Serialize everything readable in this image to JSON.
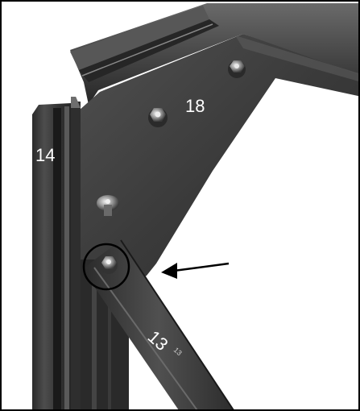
{
  "labels": {
    "plate": "18",
    "post": "14",
    "brace": "13",
    "brace_small": "13"
  },
  "colors": {
    "background": "#ffffff",
    "border": "#000000",
    "plate": "#3a3a3a",
    "metal_dark": "#1c1c1c",
    "metal_mid": "#4a4a4a",
    "metal_light": "#8a8a8a",
    "highlight_circle": "#000000",
    "arrow": "#000000",
    "label_text": "#ffffff"
  },
  "icons": {
    "highlight": "circle-highlight-icon",
    "pointer": "arrow-left-icon"
  }
}
